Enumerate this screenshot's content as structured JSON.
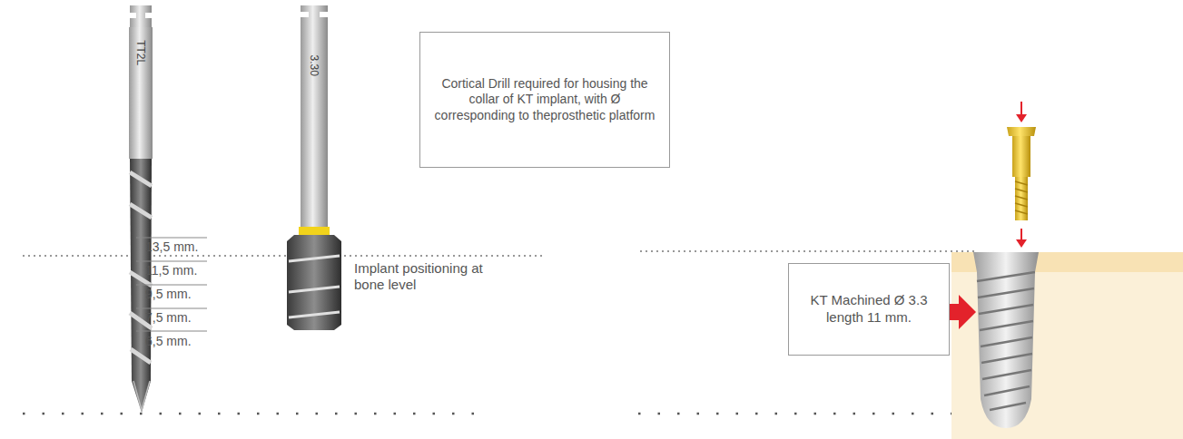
{
  "diagram": {
    "nodes": [
      {
        "text": [
          "Cortical Drill required for housing the collar of KT implant, with Ø corresponding to theprosthetic platform"
        ]
      },
      {
        "text": [
          "KT Machined Ø 3.3 length 11 mm."
        ]
      }
    ],
    "labels": [
      "TT2L",
      "13,5 mm.",
      "11,5 mm.",
      "9,5 mm.",
      "7,5 mm.",
      "6,5 mm.",
      "3.30",
      "Implant positioning at bone level"
    ]
  }
}
